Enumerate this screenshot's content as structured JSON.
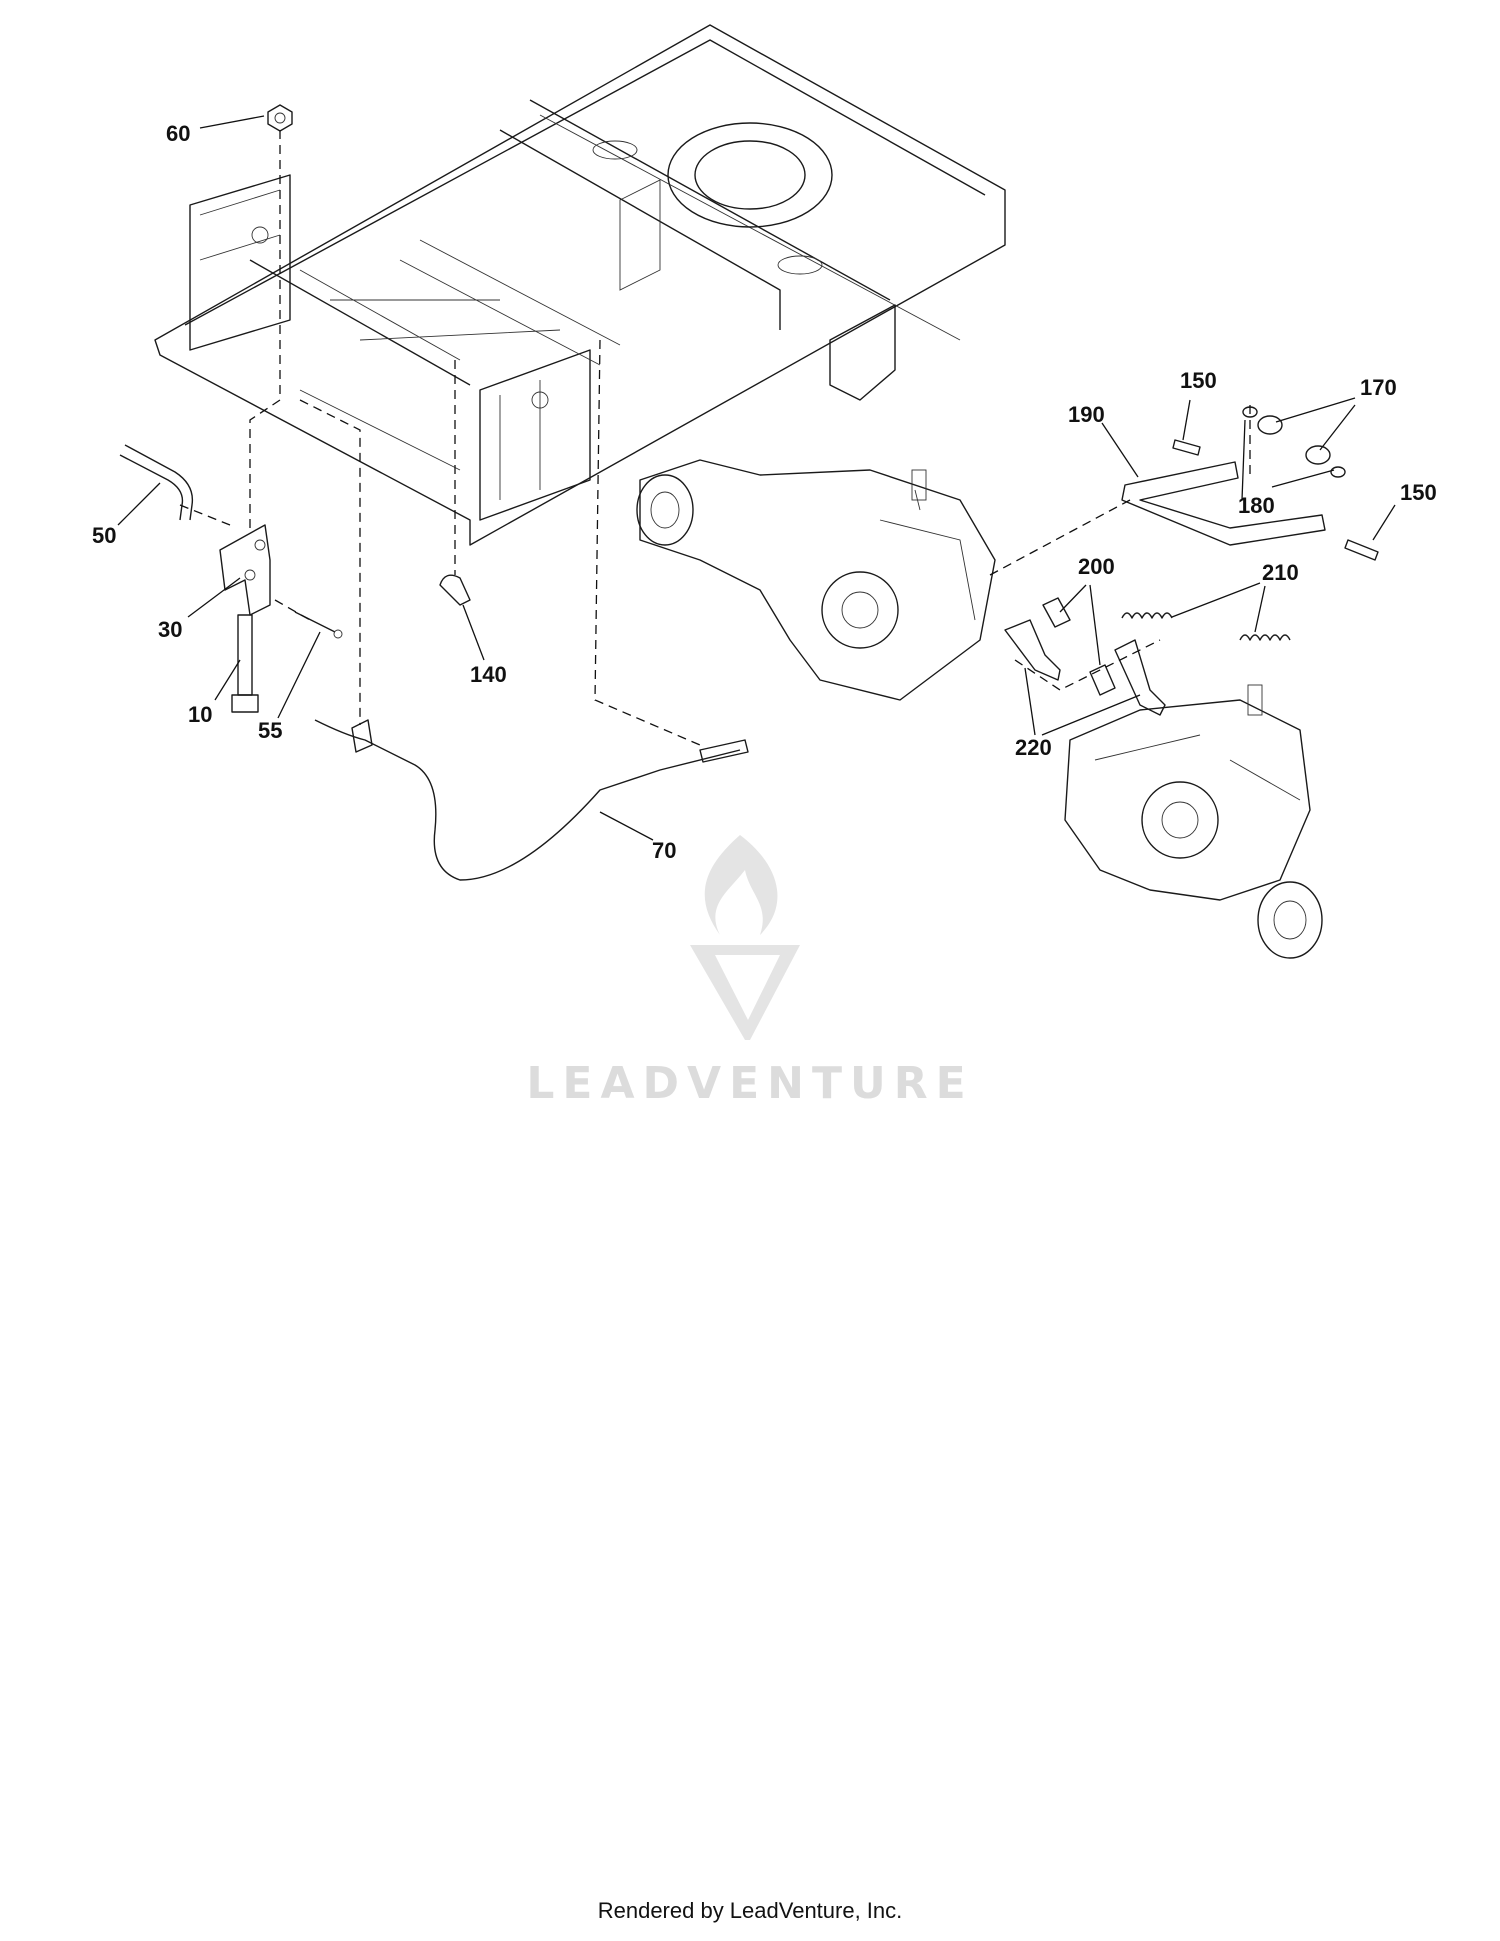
{
  "diagram": {
    "callouts": [
      {
        "id": "60",
        "label": "60"
      },
      {
        "id": "50",
        "label": "50"
      },
      {
        "id": "30",
        "label": "30"
      },
      {
        "id": "10",
        "label": "10"
      },
      {
        "id": "55",
        "label": "55"
      },
      {
        "id": "140",
        "label": "140"
      },
      {
        "id": "70",
        "label": "70"
      },
      {
        "id": "190",
        "label": "190"
      },
      {
        "id": "150a",
        "label": "150"
      },
      {
        "id": "170",
        "label": "170"
      },
      {
        "id": "180",
        "label": "180"
      },
      {
        "id": "150b",
        "label": "150"
      },
      {
        "id": "200",
        "label": "200"
      },
      {
        "id": "210",
        "label": "210"
      },
      {
        "id": "220",
        "label": "220"
      }
    ]
  },
  "watermark": {
    "brand": "LEADVENTURE",
    "icon": "leadventure-flame-logo"
  },
  "footer": {
    "text": "Rendered by LeadVenture, Inc."
  }
}
